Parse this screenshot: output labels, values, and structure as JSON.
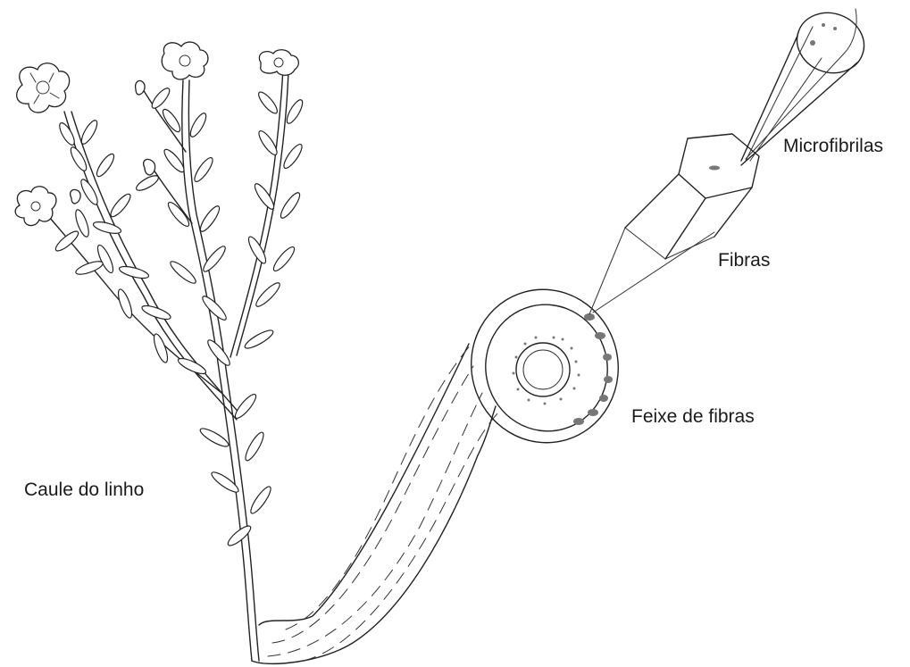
{
  "diagram": {
    "labels": {
      "microfibrils": "Microfibrilas",
      "fibers": "Fibras",
      "fiber_bundle": "Feixe de fibras",
      "flax_stem": "Caule do linho"
    }
  }
}
